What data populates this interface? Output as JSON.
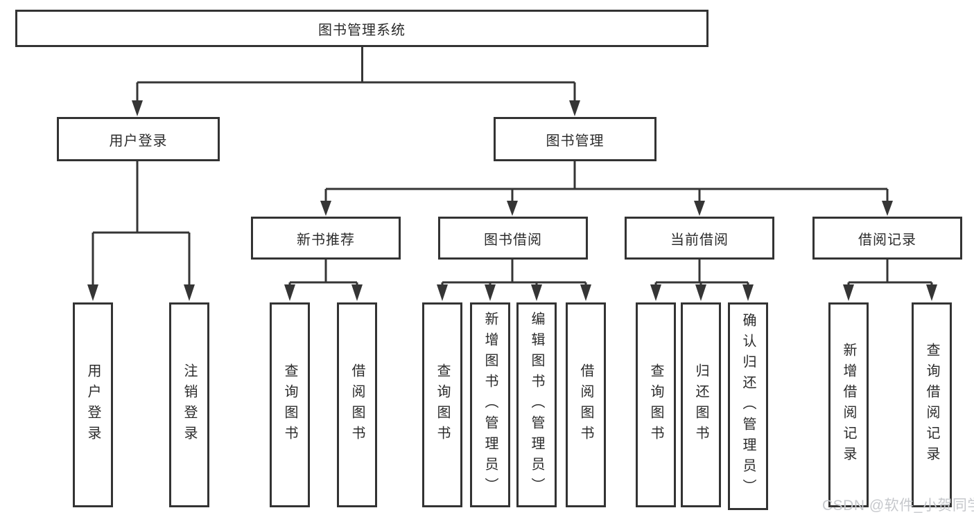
{
  "colors": {
    "line": "#353535",
    "box_border": "#333333",
    "text": "#2b2b2b",
    "watermark": "#c6c8cc",
    "bg": "#ffffff"
  },
  "tree": {
    "root": {
      "label": "图书管理系统"
    },
    "branches": [
      {
        "label": "用户登录",
        "children": [
          {
            "label": "用户登录"
          },
          {
            "label": "注销登录"
          }
        ]
      },
      {
        "label": "图书管理",
        "children": [
          {
            "label": "新书推荐",
            "children": [
              {
                "label": "查询图书"
              },
              {
                "label": "借阅图书"
              }
            ]
          },
          {
            "label": "图书借阅",
            "children": [
              {
                "label": "查询图书"
              },
              {
                "label": "新增图书（管理员）"
              },
              {
                "label": "编辑图书（管理员）"
              },
              {
                "label": "借阅图书"
              }
            ]
          },
          {
            "label": "当前借阅",
            "children": [
              {
                "label": "查询图书"
              },
              {
                "label": "归还图书"
              },
              {
                "label": "确认归还（管理员）"
              }
            ]
          },
          {
            "label": "借阅记录",
            "children": [
              {
                "label": "新增借阅记录"
              },
              {
                "label": "查询借阅记录"
              }
            ]
          }
        ]
      }
    ]
  },
  "watermark": {
    "text": "CSDN @软件_小贺同学"
  }
}
